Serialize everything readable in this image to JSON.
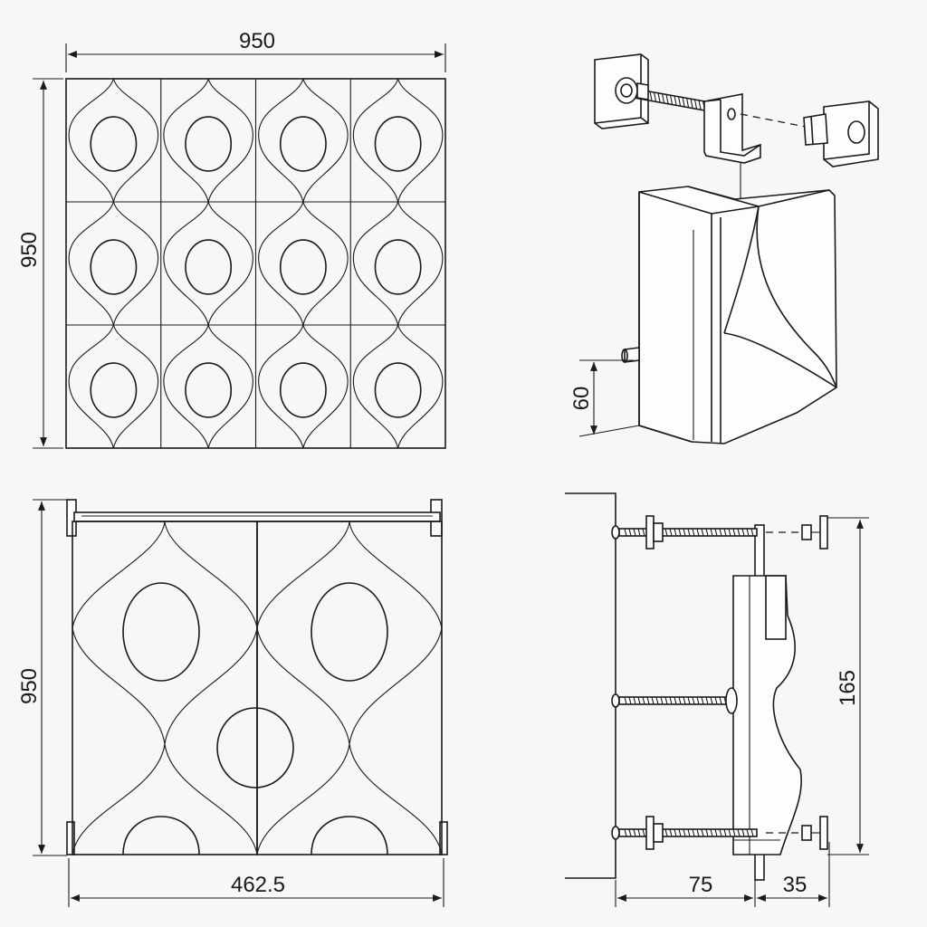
{
  "drawing": {
    "front_view": {
      "rows": 3,
      "cols": 4,
      "dim_width": "950",
      "dim_height": "950"
    },
    "panel_view": {
      "dim_height": "950",
      "dim_width": "462.5"
    },
    "bracket_detail": {
      "dim_offset": "60"
    },
    "side_section": {
      "dim_height": "165",
      "dim_depth_a": "75",
      "dim_depth_b": "35"
    }
  }
}
